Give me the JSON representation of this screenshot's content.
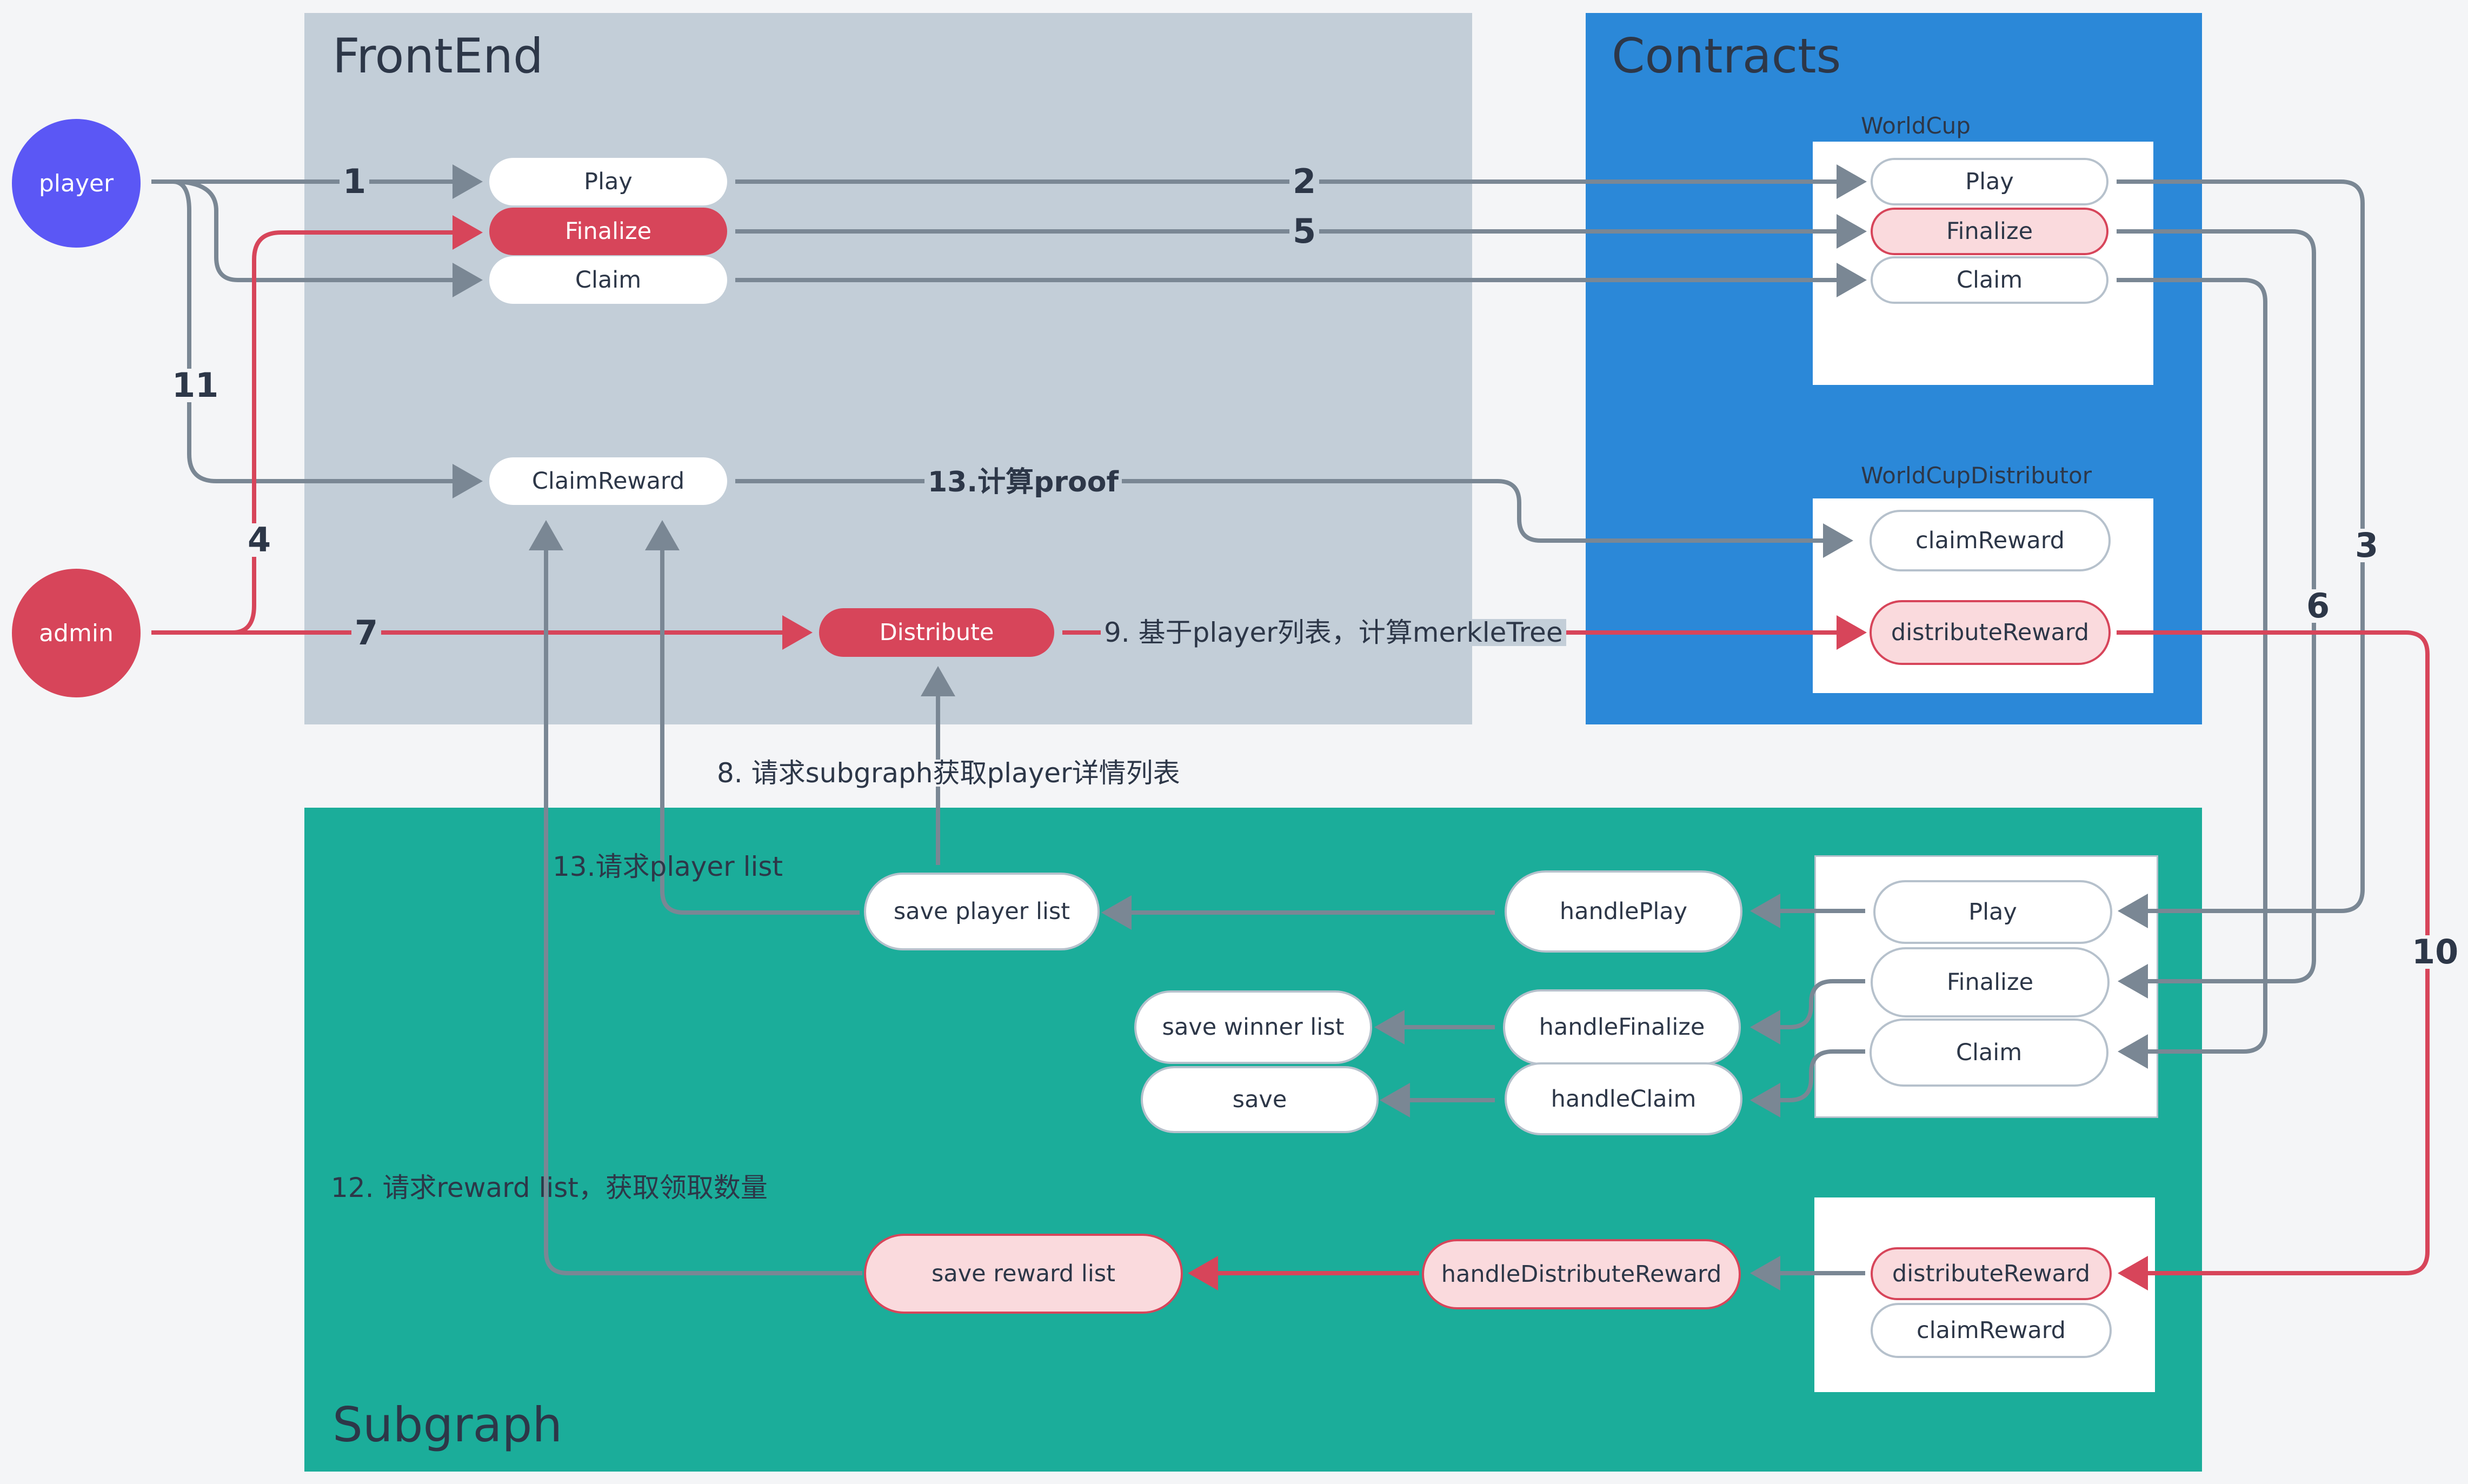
{
  "panels": {
    "frontend": "FrontEnd",
    "contracts": "Contracts",
    "subgraph": "Subgraph"
  },
  "actors": {
    "player": "player",
    "admin": "admin"
  },
  "frontend": {
    "play": "Play",
    "finalize": "Finalize",
    "claim": "Claim",
    "claim_reward": "ClaimReward",
    "distribute": "Distribute"
  },
  "contracts": {
    "worldcup": {
      "title": "WorldCup",
      "play": "Play",
      "finalize": "Finalize",
      "claim": "Claim"
    },
    "distributor": {
      "title": "WorldCupDistributor",
      "claim_reward": "claimReward",
      "distribute_reward": "distributeReward"
    }
  },
  "subgraph": {
    "events": {
      "play": "Play",
      "finalize": "Finalize",
      "claim": "Claim"
    },
    "handlers": {
      "play": "handlePlay",
      "finalize": "handleFinalize",
      "claim": "handleClaim",
      "distribute": "handleDistributeReward"
    },
    "stores": {
      "player_list": "save player list",
      "winner_list": "save winner list",
      "save": "save",
      "reward_list": "save reward list"
    },
    "dist_events": {
      "distribute_reward": "distributeReward",
      "claim_reward": "claimReward"
    }
  },
  "steps": {
    "s1": "1",
    "s2": "2",
    "s3": "3",
    "s4": "4",
    "s5": "5",
    "s6": "6",
    "s7": "7",
    "s8": "8. 请求subgraph获取player详情列表",
    "s9": "9. 基于player列表，计算merkleTree",
    "s10": "10",
    "s11": "11",
    "s12": "12. 请求reward list，获取领取数量",
    "s13a": "13.计算proof",
    "s13b": "13.请求player list"
  },
  "colors": {
    "player": "#5b57f5",
    "admin": "#d7455a",
    "frontend_bg": "#c3ced8",
    "contracts_bg": "#2b88d8",
    "subgraph_bg": "#1bad9a",
    "grey_arrow": "#7a8794",
    "red_arrow": "#d7455a"
  }
}
